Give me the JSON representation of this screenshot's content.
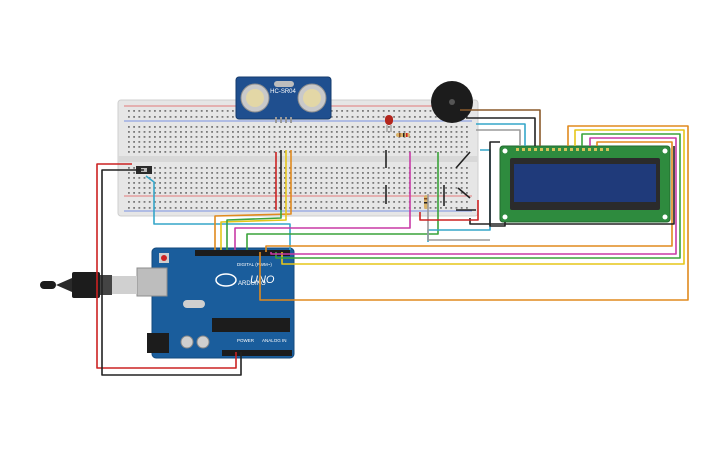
{
  "sensor": {
    "model": "HC-SR04",
    "color": "#1f4f8f"
  },
  "arduino": {
    "brand": "ARDUINO",
    "model": "UNO",
    "digital_label": "DIGITAL (PWM~)",
    "power_label": "POWER",
    "analog_label": "ANALOG IN",
    "board_color": "#1a5d9c"
  },
  "lcd": {
    "board_color": "#2e8b3e",
    "screen_color": "#1f3a7a"
  },
  "breadboard": {
    "color": "#e6e6e6"
  },
  "colors": {
    "wire_red": "#cc2222",
    "wire_black": "#222222",
    "wire_orange": "#e08a1e",
    "wire_yellow": "#e6c619",
    "wire_green": "#3aa33a",
    "wire_magenta": "#c83aa6",
    "wire_cyan": "#35a6c9",
    "wire_brown": "#8a5a2b",
    "wire_grey": "#9a9a9a",
    "led_red": "#b3261e",
    "buzzer": "#1c1c1c"
  },
  "icons": [
    "usb-cable",
    "buzzer",
    "led",
    "resistor",
    "potentiometer",
    "power-jack"
  ]
}
